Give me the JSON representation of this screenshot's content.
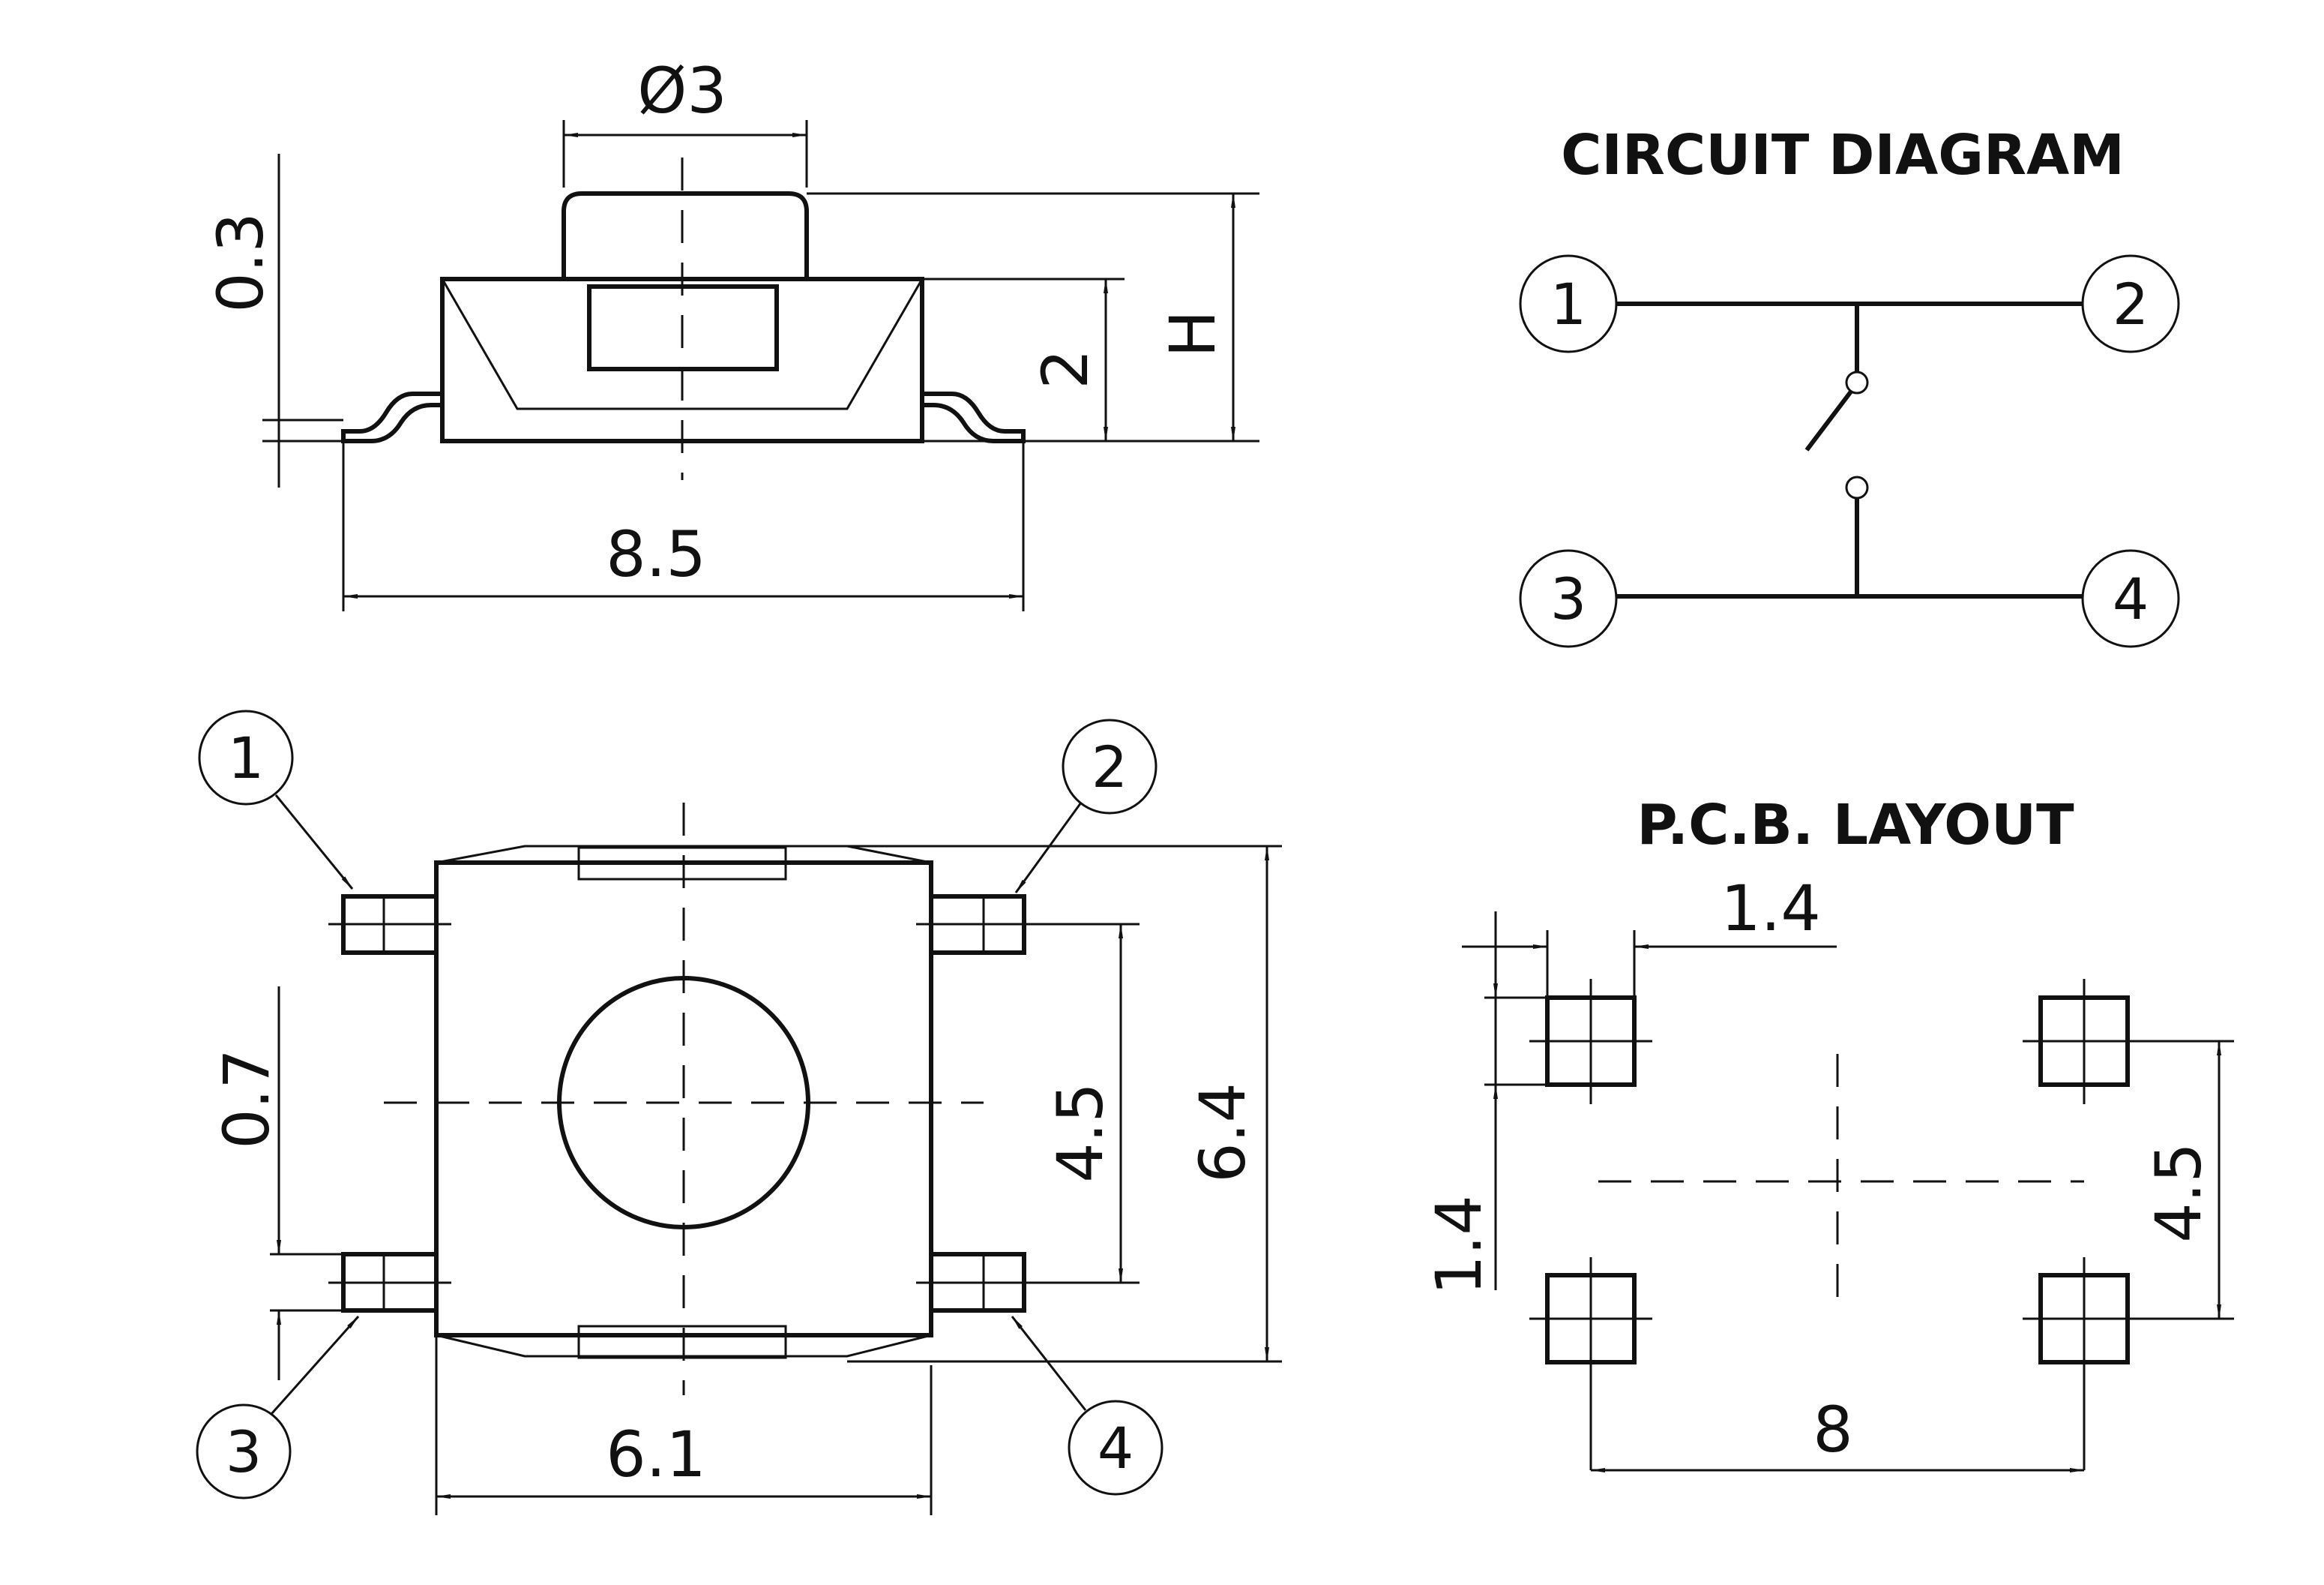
{
  "side_view": {
    "dia_label": "Ø3",
    "height_03": "0.3",
    "height_2": "2",
    "height_h": "H",
    "width_85": "8.5"
  },
  "top_view": {
    "pin1": "1",
    "pin2": "2",
    "pin3": "3",
    "pin4": "4",
    "dim_07": "0.7",
    "dim_45": "4.5",
    "dim_64": "6.4",
    "dim_61": "6.1"
  },
  "circuit": {
    "title": "CIRCUIT DIAGRAM",
    "pin1": "1",
    "pin2": "2",
    "pin3": "3",
    "pin4": "4"
  },
  "pcb": {
    "title": "P.C.B. LAYOUT",
    "dim_14_top": "1.4",
    "dim_14_side": "1.4",
    "dim_45": "4.5",
    "dim_8": "8"
  }
}
